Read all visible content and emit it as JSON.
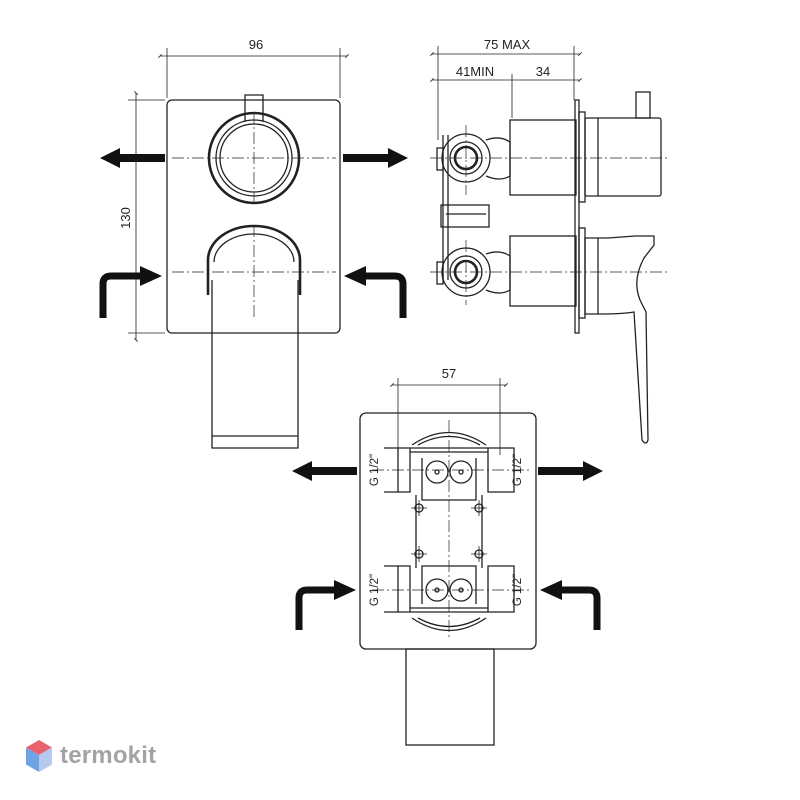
{
  "dimensions": {
    "width_top": "96",
    "height_side": "130",
    "depth_max": "75 MAX",
    "depth_min": "41MIN",
    "depth_part": "34",
    "inlet_spacing": "57"
  },
  "thread_label": "G 1/2\"",
  "brand": {
    "name": "termokit",
    "color": "#a3a3a3",
    "logo_colors": [
      "#e8626f",
      "#6ea3e6",
      "#b6c8ee"
    ]
  }
}
